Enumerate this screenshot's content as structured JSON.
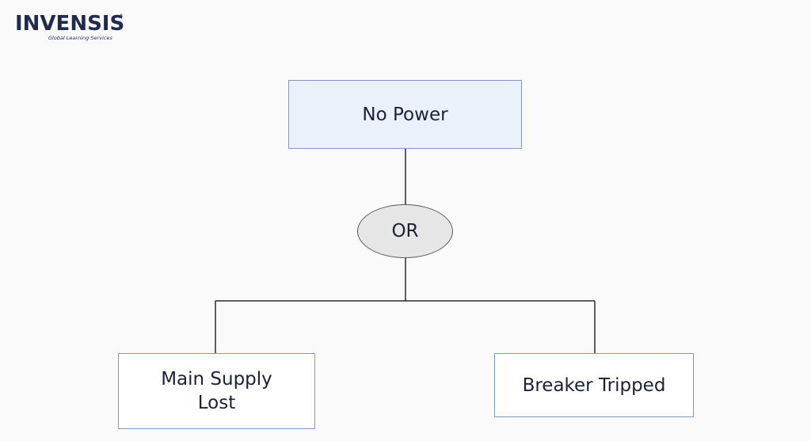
{
  "logo": {
    "wordmark": "INVENSIS",
    "tagline": "Global Learning Services",
    "registered": "®"
  },
  "diagram": {
    "top_event": "No Power",
    "gate": "OR",
    "children": [
      {
        "lines": [
          "Main Supply",
          "Lost"
        ]
      },
      {
        "lines": [
          "Breaker Tripped"
        ]
      }
    ]
  },
  "colors": {
    "top_fill": "#ebf1fb",
    "box_border": "#7f99bb",
    "gate_fill": "#e6e6e6",
    "line": "#2a2a2a",
    "brand": "#1f2a4f"
  }
}
